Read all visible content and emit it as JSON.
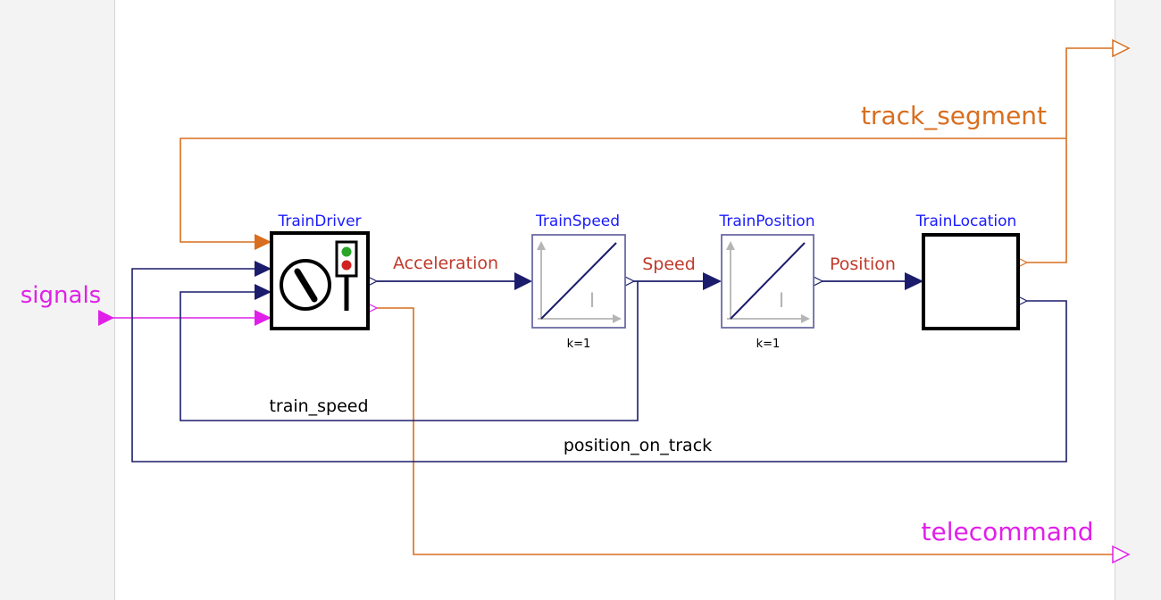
{
  "diagram": {
    "blocks": {
      "train_driver": {
        "name": "TrainDriver"
      },
      "train_speed": {
        "name": "TrainSpeed",
        "param": "k=1",
        "glyph": "I"
      },
      "train_position": {
        "name": "TrainPosition",
        "param": "k=1",
        "glyph": "I"
      },
      "train_location": {
        "name": "TrainLocation"
      }
    },
    "signal_labels": {
      "acceleration": "Acceleration",
      "speed": "Speed",
      "position": "Position",
      "train_speed": "train_speed",
      "position_on_track": "position_on_track"
    },
    "io_labels": {
      "signals": "signals",
      "track_segment": "track_segment",
      "telecommand": "telecommand"
    },
    "colors": {
      "block_name": "#1a1aff",
      "signal_label": "#c0392b",
      "io_magenta": "#e020e8",
      "io_orange": "#d86e1f",
      "wire_navy": "#1b1c6b",
      "block_border": "#000000",
      "integrator_border": "#6b6ba6",
      "light_green": "#2aa52a",
      "light_red": "#d02020"
    },
    "icons": [
      "dial-icon",
      "traffic-light-icon",
      "integrator-graph-icon"
    ]
  }
}
